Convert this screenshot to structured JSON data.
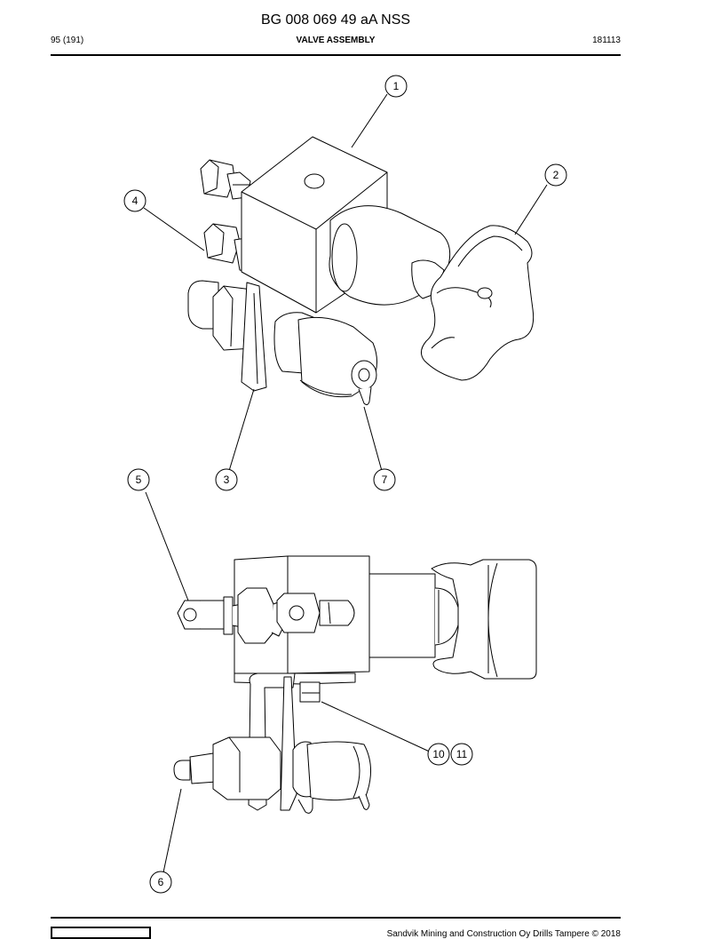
{
  "header": {
    "document_code": "BG 008 069 49 aA NSS",
    "page_number": "95 (191)",
    "title": "VALVE ASSEMBLY",
    "date_code": "181113"
  },
  "callouts": [
    {
      "id": "callout-1",
      "label": "1"
    },
    {
      "id": "callout-2",
      "label": "2"
    },
    {
      "id": "callout-4",
      "label": "4"
    },
    {
      "id": "callout-3",
      "label": "3"
    },
    {
      "id": "callout-7",
      "label": "7"
    },
    {
      "id": "callout-5",
      "label": "5"
    },
    {
      "id": "callout-10",
      "label": "10"
    },
    {
      "id": "callout-11",
      "label": "11"
    },
    {
      "id": "callout-6",
      "label": "6"
    }
  ],
  "footer": {
    "copyright": "Sandvik Mining and Construction Oy Drills Tampere © 2018"
  },
  "colors": {
    "line": "#000000",
    "background": "#ffffff"
  }
}
